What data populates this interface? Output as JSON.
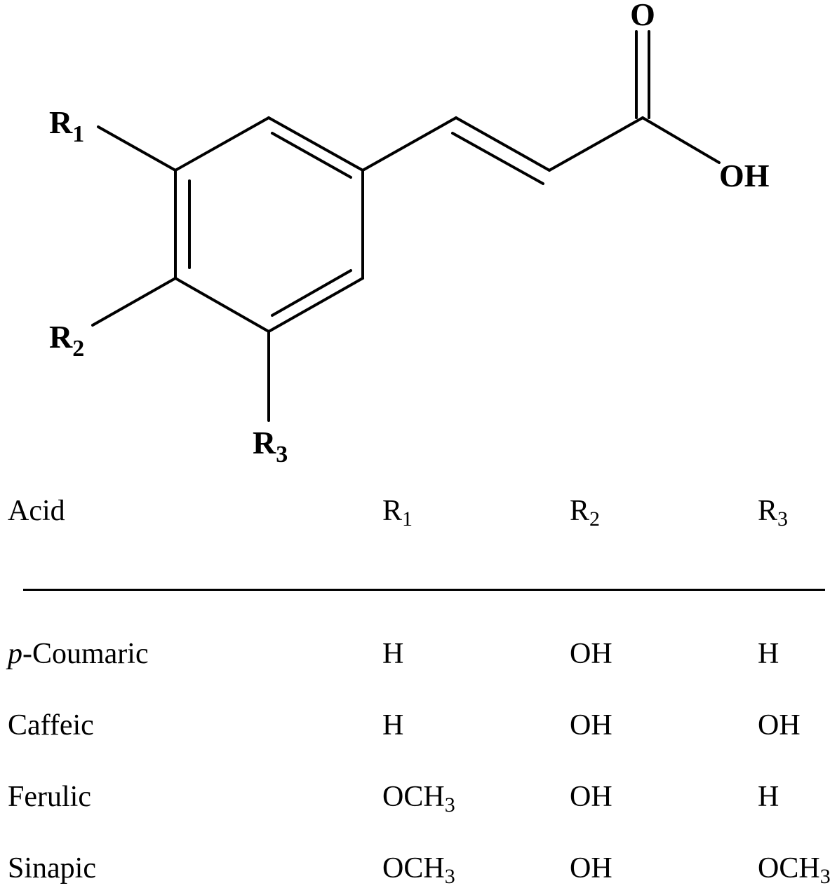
{
  "molecule": {
    "labels": {
      "carbonyl_o": "O",
      "hydroxyl": "OH",
      "r1": {
        "base": "R",
        "sub": "1"
      },
      "r2": {
        "base": "R",
        "sub": "2"
      },
      "r3": {
        "base": "R",
        "sub": "3"
      }
    },
    "bond_color": "#000000"
  },
  "table": {
    "headers": {
      "acid": "Acid",
      "r1": {
        "base": "R",
        "sub": "1"
      },
      "r2": {
        "base": "R",
        "sub": "2"
      },
      "r3": {
        "base": "R",
        "sub": "3"
      }
    },
    "rows": [
      {
        "acid_prefix": "p",
        "acid_rest": "-Coumaric",
        "r1": "H",
        "r2": "OH",
        "r3": "H"
      },
      {
        "acid_prefix": "",
        "acid_rest": "Caffeic",
        "r1": "H",
        "r2": "OH",
        "r3": "OH"
      },
      {
        "acid_prefix": "",
        "acid_rest": "Ferulic",
        "r1": "OCH",
        "r1_sub": "3",
        "r2": "OH",
        "r3": "H"
      },
      {
        "acid_prefix": "",
        "acid_rest": "Sinapic",
        "r1": "OCH",
        "r1_sub": "3",
        "r2": "OH",
        "r3": "OCH",
        "r3_sub": "3"
      }
    ]
  }
}
